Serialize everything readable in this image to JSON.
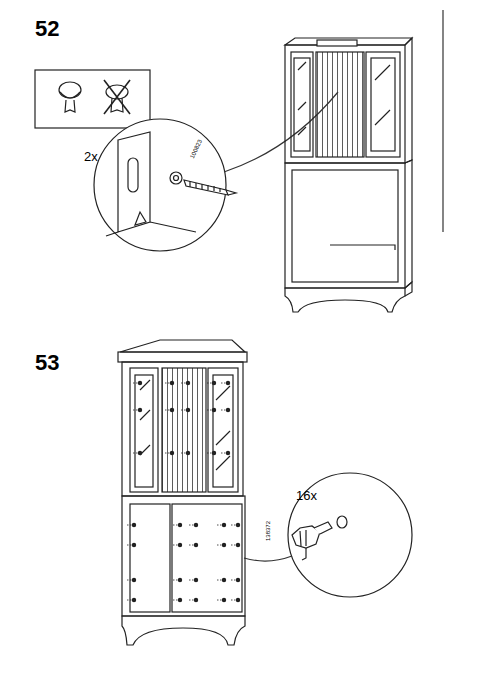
{
  "diagram": {
    "labels": [
      "52",
      "2x",
      "100823",
      "53",
      "16x",
      "138372"
    ]
  }
}
